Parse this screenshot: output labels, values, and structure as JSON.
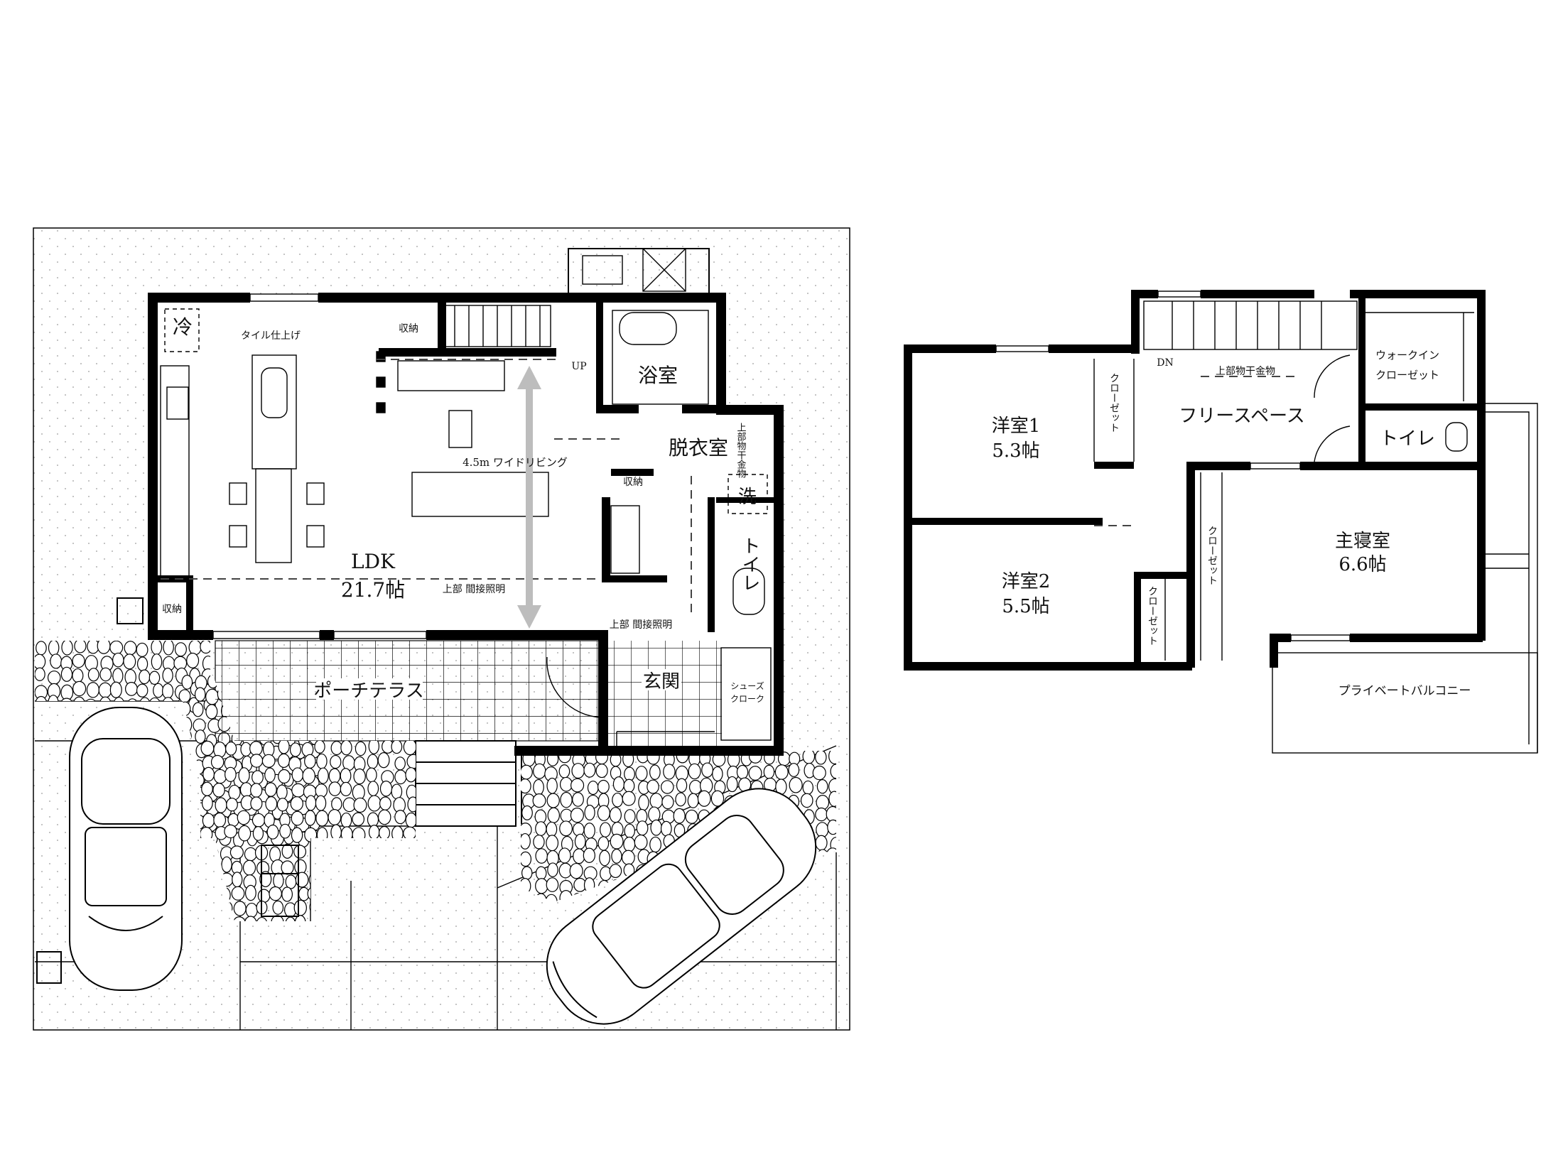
{
  "floor1": {
    "fridge": "冷",
    "tile_finish": "タイル仕上げ",
    "storage_stair": "収納",
    "stair_up": "UP",
    "bath": "浴室",
    "dressing": "脱衣室",
    "drying_hardware": "上部物干金物",
    "wide_living": "4.5m ワイドリビング",
    "washer": "洗",
    "toilet": "トイレ",
    "storage_dressing": "収納",
    "ldk_name": "LDK",
    "ldk_size": "21.7帖",
    "indirect_light_1": "上部 間接照明",
    "indirect_light_2": "上部 間接照明",
    "storage_ldk": "収納",
    "porch": "ポーチテラス",
    "entrance": "玄関",
    "shoe_cloak_1": "シューズ",
    "shoe_cloak_2": "クローク"
  },
  "floor2": {
    "stair_down": "DN",
    "drying_hardware": "上部物干金物",
    "wic_1": "ウォークイン",
    "wic_2": "クローゼット",
    "free_space": "フリースペース",
    "room1_name": "洋室1",
    "room1_size": "5.3帖",
    "closet_1": "クローゼット",
    "toilet": "トイレ",
    "master_name": "主寝室",
    "master_size": "6.6帖",
    "closet_master": "クローゼット",
    "room2_name": "洋室2",
    "room2_size": "5.5帖",
    "closet_2": "クローゼット",
    "balcony": "プライベートバルコニー"
  }
}
